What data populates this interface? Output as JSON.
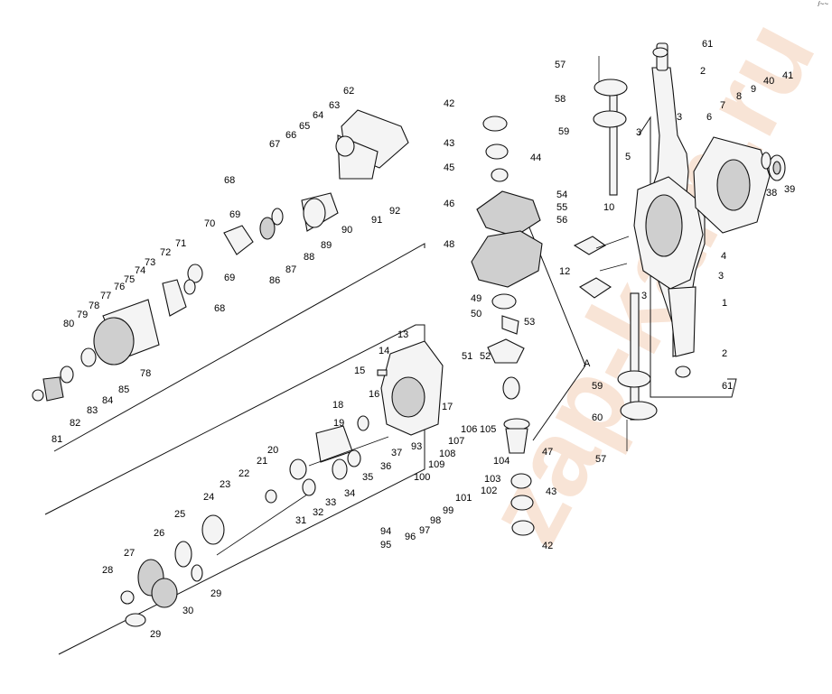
{
  "watermark": "zap-kam.ru",
  "corner_mark": "/~~",
  "group_label": "A",
  "callouts": [
    "1",
    "2",
    "3",
    "4",
    "5",
    "6",
    "7",
    "8",
    "9",
    "10",
    "12",
    "13",
    "14",
    "15",
    "16",
    "17",
    "18",
    "19",
    "20",
    "21",
    "22",
    "23",
    "24",
    "25",
    "26",
    "27",
    "28",
    "29",
    "30",
    "31",
    "32",
    "33",
    "34",
    "35",
    "36",
    "37",
    "38",
    "39",
    "40",
    "41",
    "42",
    "43",
    "44",
    "45",
    "46",
    "47",
    "48",
    "49",
    "50",
    "51",
    "52",
    "53",
    "54",
    "55",
    "56",
    "57",
    "58",
    "59",
    "60",
    "61",
    "62",
    "63",
    "64",
    "65",
    "66",
    "67",
    "68",
    "69",
    "70",
    "71",
    "72",
    "73",
    "74",
    "75",
    "76",
    "77",
    "78",
    "79",
    "80",
    "81",
    "82",
    "83",
    "84",
    "85",
    "86",
    "87",
    "88",
    "89",
    "90",
    "91",
    "92",
    "93",
    "94",
    "95",
    "96",
    "97",
    "98",
    "99",
    "100",
    "101",
    "102",
    "103",
    "104",
    "105",
    "106",
    "107",
    "108",
    "109"
  ]
}
